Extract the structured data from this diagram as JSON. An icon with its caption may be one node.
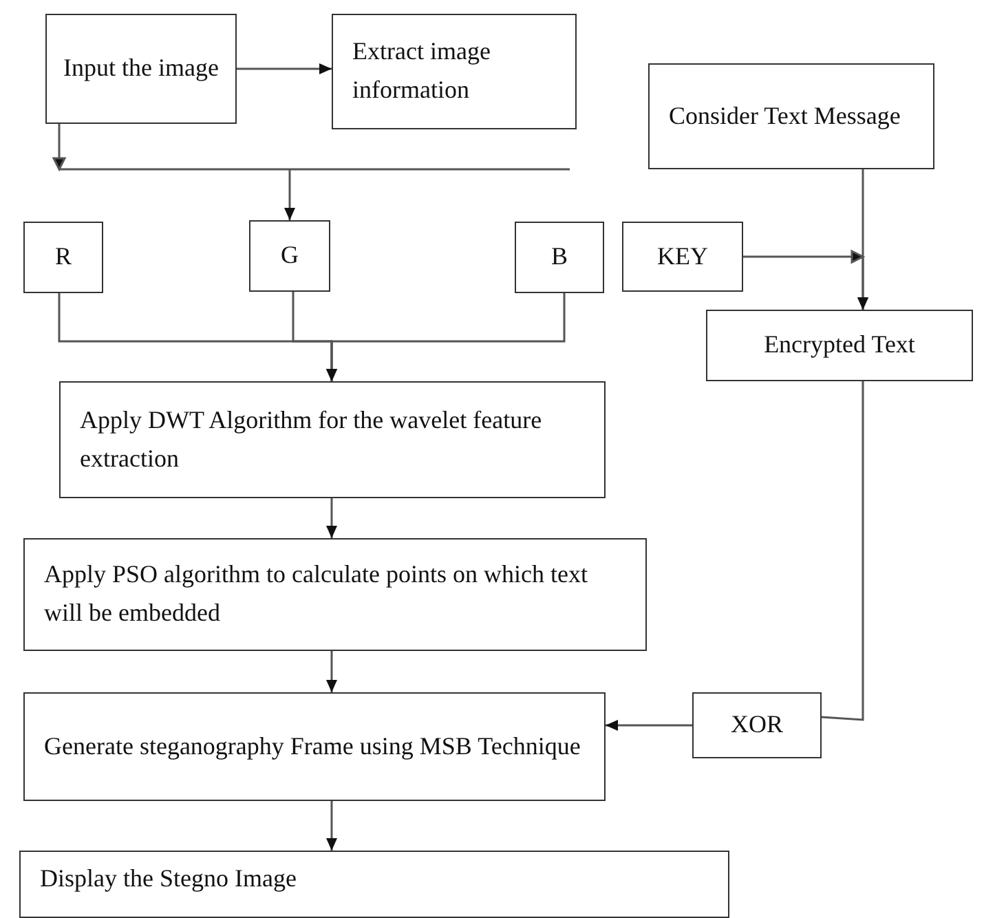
{
  "diagram": {
    "nodes": [
      {
        "text": [
          "Input the image"
        ]
      },
      {
        "text": [
          "Extract image information"
        ]
      },
      {
        "text": [
          "Consider Text Message"
        ]
      },
      {
        "text": [
          "R"
        ]
      },
      {
        "text": [
          "G"
        ]
      },
      {
        "text": [
          "B"
        ]
      },
      {
        "text": [
          "KEY"
        ]
      },
      {
        "text": [
          "Encrypted Text"
        ]
      },
      {
        "text": [
          "Apply DWT Algorithm for the wavelet feature extraction"
        ]
      },
      {
        "text": [
          "Apply PSO algorithm to calculate points on which text will be embedded"
        ]
      },
      {
        "text": [
          "Generate steganography Frame using MSB Technique"
        ]
      },
      {
        "text": [
          "XOR"
        ]
      },
      {
        "text": [
          "Display the Stegno Image"
        ]
      }
    ],
    "edges": [
      {
        "from": 0,
        "to": 1,
        "arrow": "to"
      },
      {
        "from": 0,
        "to": 4,
        "arrow": "to"
      },
      {
        "from": 3,
        "to": 8,
        "arrow": "to"
      },
      {
        "from": 4,
        "to": 8,
        "arrow": "to"
      },
      {
        "from": 5,
        "to": 8,
        "arrow": "to"
      },
      {
        "from": 2,
        "to": 7,
        "arrow": "to"
      },
      {
        "from": 6,
        "to": 7,
        "arrow": "to"
      },
      {
        "from": 7,
        "to": 11,
        "arrow": "none"
      },
      {
        "from": 11,
        "to": 10,
        "arrow": "to"
      },
      {
        "from": 8,
        "to": 9,
        "arrow": "to"
      },
      {
        "from": 9,
        "to": 10,
        "arrow": "to"
      },
      {
        "from": 10,
        "to": 12,
        "arrow": "to"
      }
    ]
  }
}
